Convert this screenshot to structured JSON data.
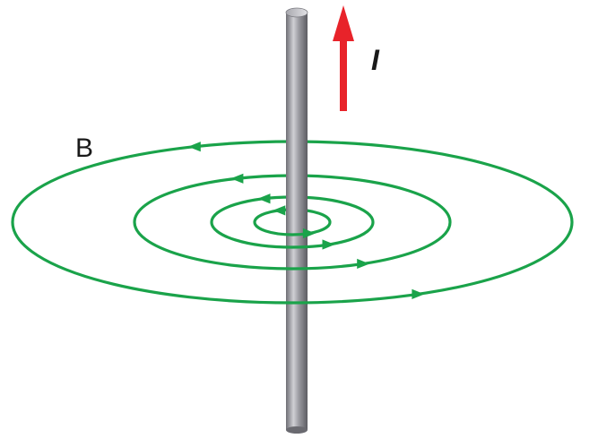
{
  "labels": {
    "field": "B",
    "current": "I"
  },
  "colors": {
    "field_lines": "#1aa34a",
    "current_arrow": "#e8232a",
    "wire_dark": "#6e6e74",
    "wire_light": "#c9c9ce"
  },
  "elements": {
    "wire": "conducting-wire",
    "current_arrow": "current-direction-arrow",
    "field_loops": [
      "field-loop-1",
      "field-loop-2",
      "field-loop-3",
      "field-loop-4"
    ]
  }
}
